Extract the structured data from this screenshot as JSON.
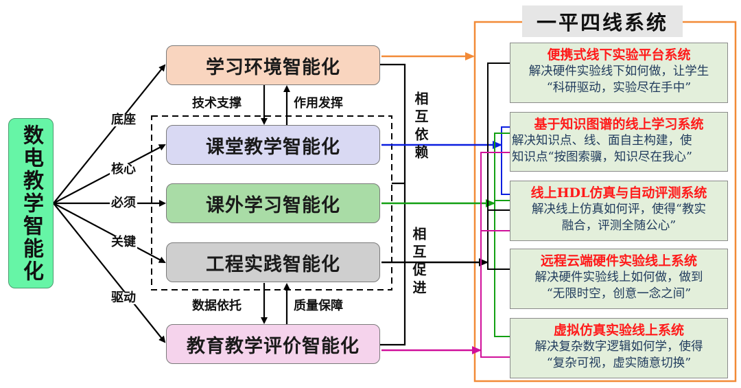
{
  "root": {
    "label": "数电教学智能化",
    "color": "#66f5a6"
  },
  "branches": [
    {
      "label": "底座"
    },
    {
      "label": "核心"
    },
    {
      "label": "必须"
    },
    {
      "label": "关键"
    },
    {
      "label": "驱动"
    }
  ],
  "nodes": [
    {
      "label": "学习环境智能化",
      "color": "#f9d5bf"
    },
    {
      "label": "课堂教学智能化",
      "color": "#d9d9f3"
    },
    {
      "label": "课外学习智能化",
      "color": "#a9dca6"
    },
    {
      "label": "工程实践智能化",
      "color": "#cfcfcf"
    },
    {
      "label": "教育教学评价智能化",
      "color": "#f5d3ec"
    }
  ],
  "vertical_links": {
    "top_down": "技术支撑",
    "top_up": "作用发挥",
    "bottom_down": "数据依托",
    "bottom_up": "质量保障"
  },
  "side_labels": {
    "upper": "相互依赖",
    "lower": "相互促进"
  },
  "system_panel": {
    "title": "一平四线系统",
    "border_color": "#f28a37",
    "systems": [
      {
        "name": "便携式线下实验平台系统",
        "desc_lines": [
          "解决硬件实验线下如何做，让学生",
          "“科研驱动，实验尽在手中”"
        ]
      },
      {
        "name": "基于知识图谱的线上学习系统",
        "desc_lines": [
          "解决知识点、线、面自主构建，使",
          "知识点“按图索骥，知识尽在我心”"
        ]
      },
      {
        "name": "线上HDL仿真与自动评测系统",
        "desc_lines": [
          "解决线上仿真如何评，使得“教实",
          "融合，评测全随公心”"
        ]
      },
      {
        "name": "远程云端硬件实验线上系统",
        "desc_lines": [
          "解决硬件实验线上如何做，做到",
          "“无限时空，创意一念之间”"
        ]
      },
      {
        "name": "虚拟仿真实验线上系统",
        "desc_lines": [
          "解决复杂数字逻辑如何学，使得",
          "“复杂可视，虚实随意切换”"
        ]
      }
    ]
  },
  "connector_colors": {
    "orange": "#f28a37",
    "blue": "#0a1ee0",
    "green": "#12a012",
    "magenta": "#d0109a",
    "black": "#000000"
  }
}
